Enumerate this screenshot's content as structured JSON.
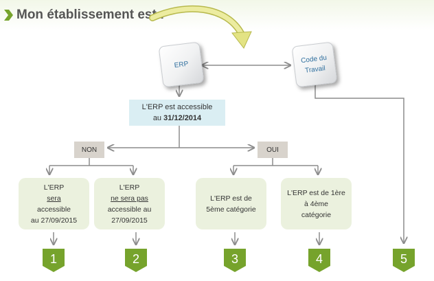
{
  "header": {
    "title": "Mon établissement est :"
  },
  "tiles": {
    "erp": "ERP",
    "code_line1": "Code du",
    "code_line2": "Travail"
  },
  "question": {
    "line1": "L'ERP est accessible",
    "line2_prefix": "au ",
    "line2_date": "31/12/2014"
  },
  "answers": {
    "no": "NON",
    "yes": "OUI"
  },
  "cases": [
    {
      "l1_pre": "L'ERP ",
      "l1_u": "sera",
      "l2": "accessible",
      "l3": "au 27/09/2015"
    },
    {
      "l1_pre": "L'ERP ",
      "l1_u": "ne sera pas",
      "l2": "accessible au",
      "l3": "27/09/2015"
    },
    {
      "l1": "L'ERP est de",
      "l2": "5ème catégorie"
    },
    {
      "l1": "L'ERP est de 1ère",
      "l2": "à 4ème",
      "l3": "catégorie"
    }
  ],
  "outcomes": [
    "1",
    "2",
    "3",
    "4",
    "5"
  ],
  "colors": {
    "accent_green": "#76a32c",
    "question_bg": "#daeef3",
    "answer_bg": "#d8d3cc",
    "case_bg": "#ebf1de",
    "arrow_yellow": "#e3e384",
    "connector": "#8c8c8c"
  }
}
